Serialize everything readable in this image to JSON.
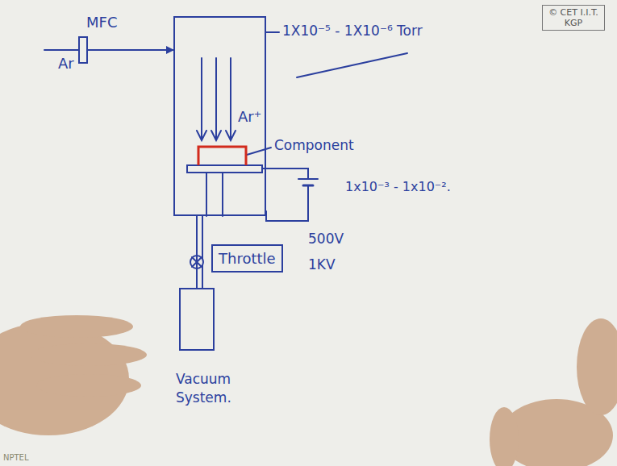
{
  "diagram": {
    "nodes": [
      {
        "text": [
          "MFC"
        ]
      },
      {
        "text": [
          "Ar⁺"
        ]
      },
      {
        "text": [
          "Throttle"
        ]
      },
      {
        "text": [
          "Vacuum System."
        ]
      },
      {
        "text": [
          "© CET I.I.T. KGP"
        ]
      }
    ],
    "edges": [
      {
        "from": 0,
        "to": 1,
        "arrow": "to"
      },
      {
        "from": 1,
        "to": 3,
        "arrow": "none"
      }
    ],
    "labels": [
      "Ar",
      "1X10⁻⁵ - 1X10⁻⁶ Torr",
      "Component",
      "1x10⁻³ - 1x10⁻².",
      "500V",
      "1KV",
      "NPTEL"
    ]
  }
}
